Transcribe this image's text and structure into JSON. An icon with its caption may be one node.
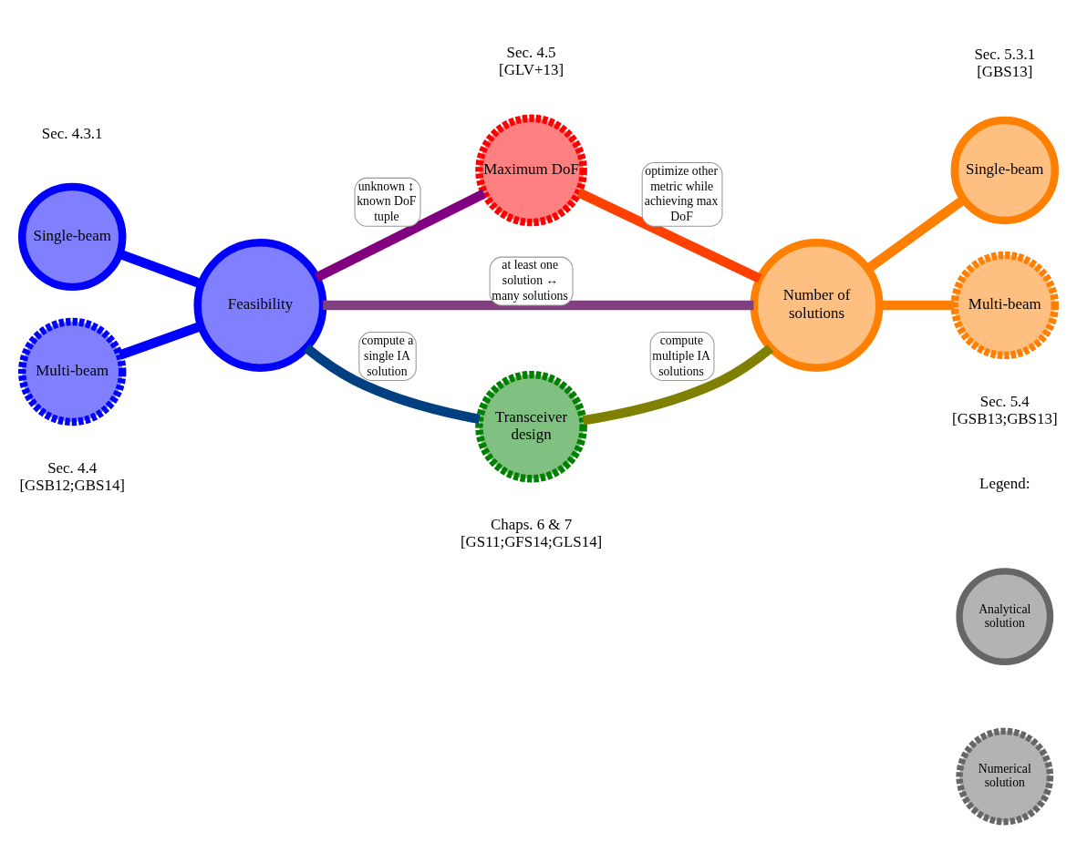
{
  "diagram": {
    "nodes": [
      {
        "text": [
          "Maximum DoF"
        ],
        "beside": [
          "Sec. 4.5",
          "[GLV+13]"
        ]
      },
      {
        "text": [
          "Feasibility"
        ]
      },
      {
        "text": [
          "Number of solutions"
        ]
      },
      {
        "text": [
          "Single-beam"
        ],
        "beside": [
          "Sec. 4.3.1"
        ]
      },
      {
        "text": [
          "Multi-beam"
        ],
        "beside": [
          "Sec. 4.4",
          "[GSB12;GBS14]"
        ]
      },
      {
        "text": [
          "Single-beam"
        ],
        "beside": [
          "Sec. 5.3.1",
          "[GBS13]"
        ]
      },
      {
        "text": [
          "Multi-beam"
        ],
        "beside": [
          "Sec. 5.4",
          "[GSB13;GBS13]"
        ]
      },
      {
        "text": [
          "Transceiver design"
        ],
        "beside": [
          "Chaps. 6 & 7",
          "[GS11;GFS14;GLS14]"
        ]
      }
    ],
    "edges": [
      {
        "from": 3,
        "to": 1,
        "arrow": "none",
        "color": "#0000ff"
      },
      {
        "from": 4,
        "to": 1,
        "arrow": "none",
        "color": "#0000ff"
      },
      {
        "from": 1,
        "to": 0,
        "arrow": "none",
        "label": "unknown ↕ known DoF tuple",
        "color": "#80007f"
      },
      {
        "from": 0,
        "to": 2,
        "arrow": "none",
        "label": "optimize other metric while achieving max DoF",
        "color": "#ff4000"
      },
      {
        "from": 1,
        "to": 2,
        "arrow": "none",
        "label": "at least one solution ↔ many solutions",
        "color": "#804080"
      },
      {
        "from": 1,
        "to": 7,
        "arrow": "none",
        "label": "compute a single IA solution",
        "color": "#004080"
      },
      {
        "from": 7,
        "to": 2,
        "arrow": "none",
        "label": "compute multiple IA solutions",
        "color": "#808000"
      },
      {
        "from": 2,
        "to": 5,
        "arrow": "none",
        "color": "#ff8000"
      },
      {
        "from": 2,
        "to": 6,
        "arrow": "none",
        "color": "#ff8000"
      }
    ],
    "labels": [
      "Legend:"
    ],
    "legend": [
      {
        "text": "Analytical solution"
      },
      {
        "text": "Numerical solution"
      }
    ]
  }
}
